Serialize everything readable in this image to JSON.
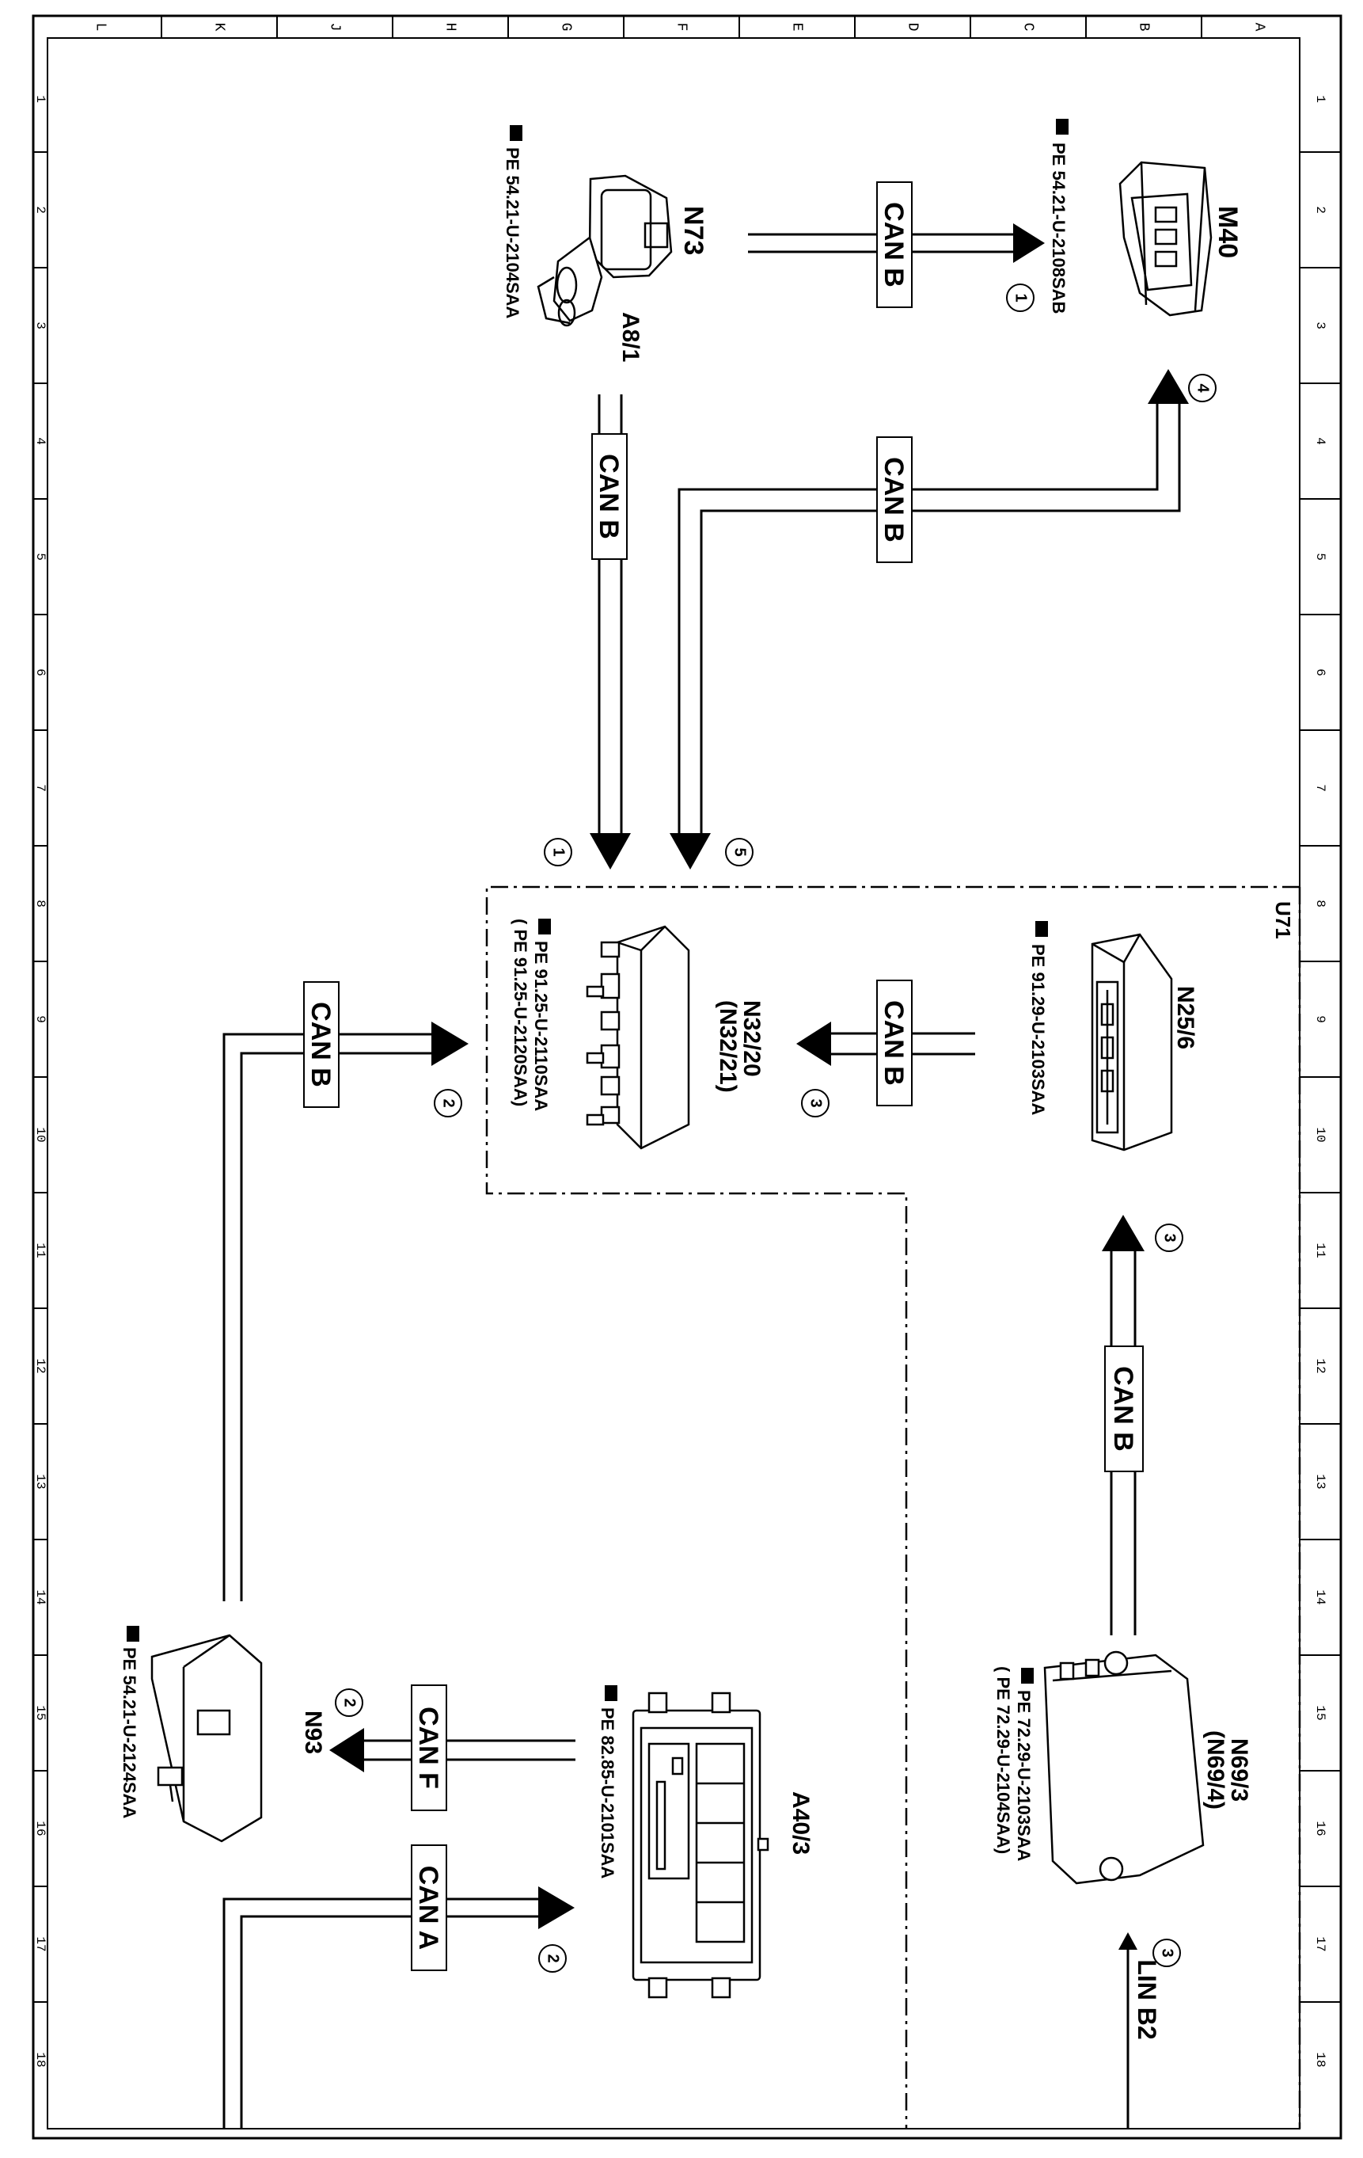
{
  "frame": {
    "column_letters": [
      "L",
      "K",
      "J",
      "H",
      "G",
      "F",
      "E",
      "D",
      "C",
      "B",
      "A"
    ],
    "row_numbers": [
      "1",
      "2",
      "3",
      "4",
      "5",
      "6",
      "7",
      "8",
      "9",
      "10",
      "11",
      "12",
      "13",
      "14",
      "15",
      "16",
      "17",
      "18"
    ]
  },
  "group": {
    "label": "U71"
  },
  "components": {
    "m40": {
      "name": "M40",
      "ref": "PE 54.21-U-2108SAB"
    },
    "n73": {
      "name": "N73",
      "sub": "A8/1",
      "ref": "PE 54.21-U-2104SAA"
    },
    "n32": {
      "name": "N32/20",
      "alt": "(N32/21)",
      "ref1": "PE 91.25-U-2110SAA",
      "ref2": "( PE 91.25-U-2120SAA)"
    },
    "n25": {
      "name": "N25/6",
      "ref": "PE 91.29-U-2103SAA"
    },
    "n69": {
      "name": "N69/3",
      "alt": "(N69/4)",
      "ref1": "PE 72.29-U-2103SAA",
      "ref2": "( PE 72.29-U-2104SAA)"
    },
    "a40": {
      "name": "A40/3",
      "ref": "PE 82.85-U-2101SAA"
    },
    "n93": {
      "name": "N93",
      "ref": "PE 54.21-U-2124SAA"
    }
  },
  "buses": {
    "can_b": "CAN B",
    "can_f": "CAN F",
    "can_a": "CAN A",
    "lin_b2": "LIN B2"
  },
  "markers": [
    "1",
    "2",
    "3",
    "4",
    "5"
  ]
}
